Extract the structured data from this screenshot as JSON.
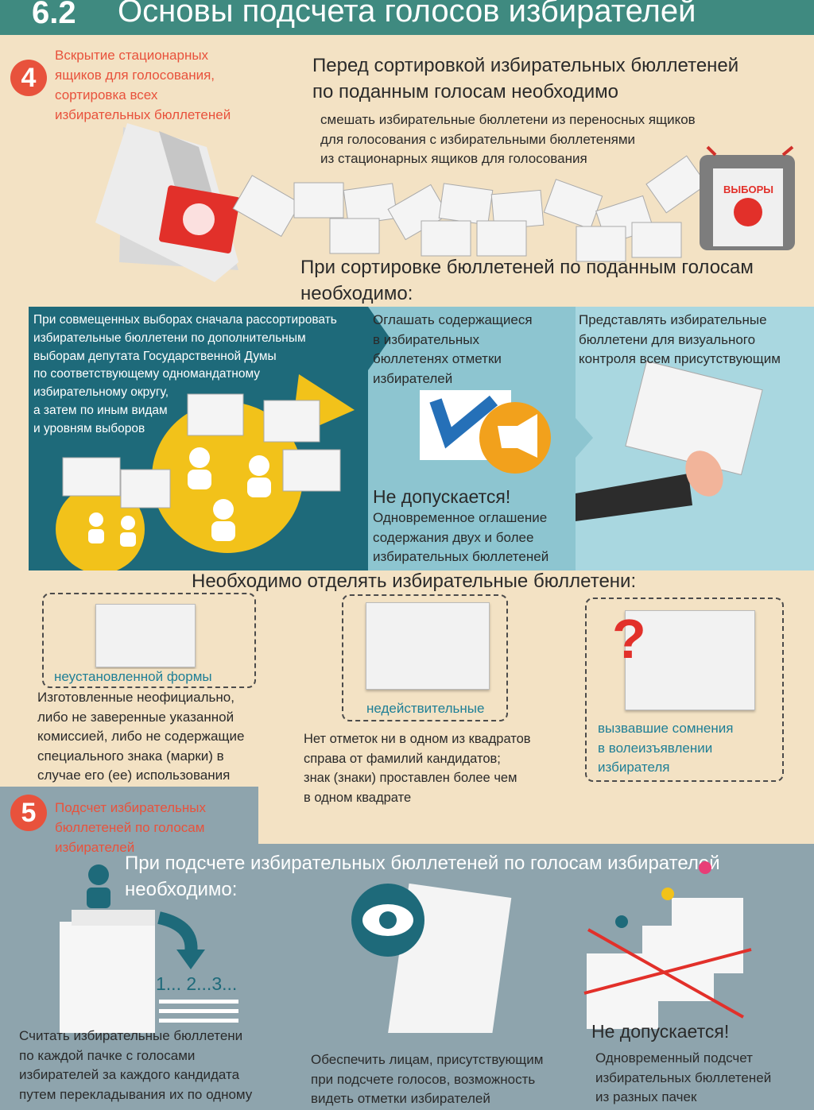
{
  "header": {
    "number": "6.2",
    "title": "Основы подсчета голосов избирателей"
  },
  "step4": {
    "badge": "4",
    "heading": [
      "Вскрытие стационарных",
      "ящиков для голосования,",
      "сортировка всех",
      "избирательных бюллетеней"
    ]
  },
  "before_sort": {
    "title": [
      "Перед сортировкой избирательных бюллетеней",
      "по поданным голосам необходимо"
    ],
    "text": [
      "смешать избирательные бюллетени из переносных ящиков",
      "для голосования с избирательными бюллетенями",
      "из стационарных ящиков для голосования"
    ],
    "box_label": "ВЫБОРЫ"
  },
  "during_sort": {
    "title": [
      "При сортировке бюллетеней по поданным голосам",
      "необходимо:"
    ],
    "col1": [
      "При совмещенных выборах сначала рассортировать",
      "избирательные бюллетени по дополнительным",
      "выборам депутата Государственной Думы",
      "по соответствующему одномандатному",
      "избирательному округу,",
      "а затем по иным видам",
      "и уровням выборов"
    ],
    "col2": [
      "Оглашать содержащиеся",
      "в избирательных",
      "бюллетенях отметки",
      "избирателей"
    ],
    "col2_warn": "Не допускается!",
    "col2_warn_text": [
      "Одновременное оглашение",
      "содержания двух и более",
      "избирательных бюллетеней"
    ],
    "col3": [
      "Представлять избирательные",
      "бюллетени для визуального",
      "контроля всем присутствующим"
    ]
  },
  "separate": {
    "title": "Необходимо отделять избирательные бюллетени:",
    "box1_label": "неустановленной формы",
    "box1_text": [
      "Изготовленные неофициально,",
      "либо не заверенные указанной",
      "комиссией, либо не содержащие",
      "специального знака (марки) в",
      "случае его (ее) использования"
    ],
    "box2_label": "недействительные",
    "box2_text": [
      "Нет отметок ни в одном из квадратов",
      "справа от фамилий кандидатов;",
      "знак (знаки) проставлен более чем",
      "в одном квадрате"
    ],
    "box3_label": [
      "вызвавшие сомнения",
      "в волеизъявлении",
      "избирателя"
    ]
  },
  "step5": {
    "badge": "5",
    "heading": [
      "Подсчет избирательных",
      "бюллетеней по голосам",
      "избирателей"
    ],
    "title": [
      "При подсчете избирательных бюллетеней по голосам избирателей",
      "необходимо:"
    ],
    "counter": "1... 2...3...",
    "col1": [
      "Считать избирательные бюллетени",
      "по каждой пачке с голосами",
      "избирателей за каждого кандидата",
      "путем перекладывания их по одному"
    ],
    "col2": [
      "Обеспечить лицам, присутствующим",
      "при подсчете голосов, возможность",
      "видеть отметки избирателей"
    ],
    "col3_warn": "Не допускается!",
    "col3_text": [
      "Одновременный подсчет",
      "избирательных бюллетеней",
      "из разных пачек"
    ]
  }
}
